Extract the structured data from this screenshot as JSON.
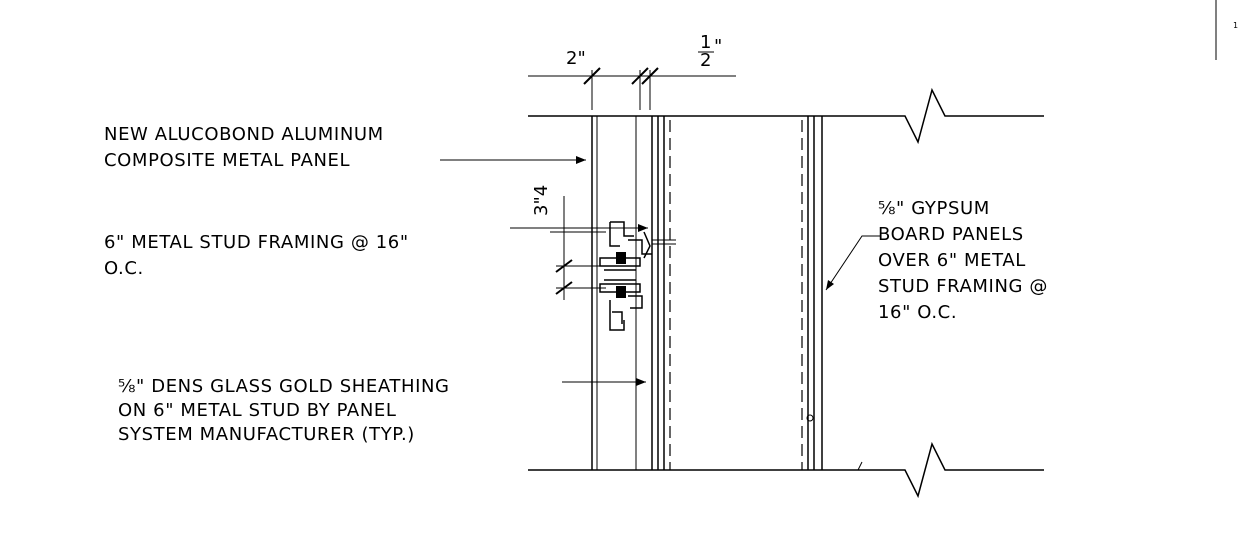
{
  "dimensions": {
    "panel_gap": "2\"",
    "half_inch_num": "1",
    "half_inch_den": "2",
    "vertical_dim": "3\"\n4"
  },
  "labels": {
    "alucobond": [
      "NEW ALUCOBOND ALUMINUM",
      "COMPOSITE METAL PANEL"
    ],
    "metal_stud": [
      "6\" METAL STUD FRAMING @ 16\"",
      "O.C."
    ],
    "dens_glass": [
      "⅝\" DENS GLASS GOLD SHEATHING",
      "ON 6\" METAL STUD BY PANEL",
      "SYSTEM MANUFACTURER (TYP.)"
    ],
    "gypsum": [
      "⅝\" GYPSUM",
      "BOARD PANELS",
      "OVER 6\" METAL",
      "STUD FRAMING @",
      "16\" O.C."
    ]
  },
  "corner_mark": "1"
}
